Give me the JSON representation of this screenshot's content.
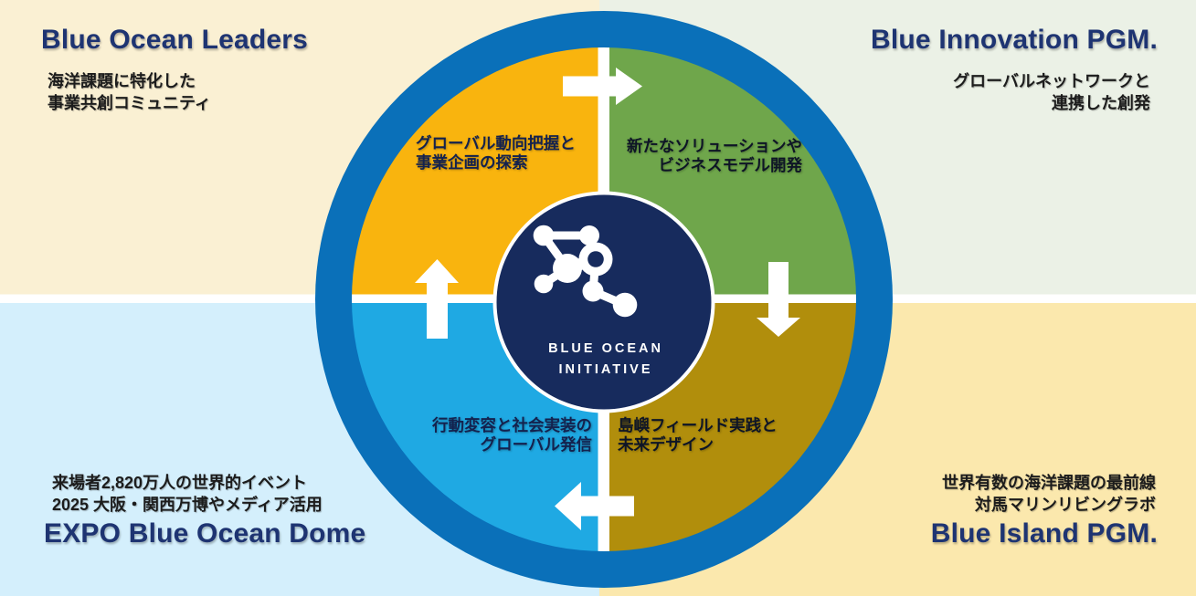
{
  "corners": {
    "top_left": {
      "title": "Blue Ocean Leaders",
      "subtitle": "海洋課題に特化した\n事業共創コミュニティ"
    },
    "top_right": {
      "title": "Blue Innovation PGM.",
      "subtitle": "グローバルネットワークと\n連携した創発"
    },
    "bottom_left": {
      "title": "EXPO Blue Ocean Dome",
      "subtitle": "来場者2,820万人の世界的イベント\n2025 大阪・関西万博やメディア活用"
    },
    "bottom_right": {
      "title": "Blue Island PGM.",
      "subtitle": "世界有数の海洋課題の最前線\n対馬マリンリビングラボ"
    }
  },
  "wheel": {
    "quadrant_labels": {
      "top_left": "グローバル動向把握と\n事業企画の探索",
      "top_right": "新たなソリューションや\nビジネスモデル開発",
      "bottom_left": "行動変容と社会実装の\nグローバル発信",
      "bottom_right": "島嶼フィールド実践と\n未来デザイン"
    },
    "center": {
      "title_line1": "BLUE OCEAN",
      "title_line2": "INITIATIVE",
      "logo": "network-molecule"
    },
    "flow_arrows": [
      "right",
      "down",
      "left",
      "up"
    ]
  },
  "colors": {
    "ring_blue": "#0A70B9",
    "quadrant_orange": "#F9B40E",
    "quadrant_green": "#6FA64B",
    "quadrant_cyan": "#1FA9E3",
    "quadrant_olive": "#B18E0C",
    "center_navy": "#172B5D",
    "title_navy": "#1E3472",
    "bg_cream": "#FAF0D3",
    "bg_pale_green": "#EBF1E6",
    "bg_light_blue": "#D4EFFC",
    "bg_light_yellow": "#FBE8AD"
  }
}
